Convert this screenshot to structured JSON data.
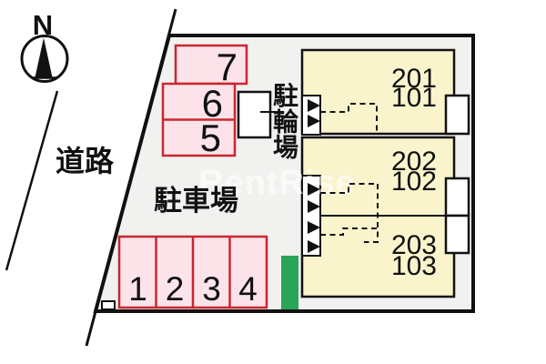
{
  "compass": {
    "label": "N"
  },
  "labels": {
    "road": "道路",
    "parking_lot": "駐車場",
    "bicycle_parking": "駐輪場",
    "bicycle_parking_chars": [
      "駐",
      "輪",
      "場"
    ],
    "watermark": "RentRise"
  },
  "parking_spaces": {
    "top_numbers": [
      "7",
      "6",
      "5"
    ],
    "bottom_numbers": [
      "1",
      "2",
      "3",
      "4"
    ]
  },
  "building": {
    "units": [
      {
        "upper": "201",
        "lower": "101"
      },
      {
        "upper": "202",
        "lower": "102"
      },
      {
        "upper": "203",
        "lower": "103"
      }
    ]
  },
  "colors": {
    "site_fill": "#f1f1ef",
    "parking_fill": "#fce3ea",
    "parking_border": "#c9272f",
    "building_fill": "#faf4cd",
    "accent_green": "#2aa557",
    "outline": "#111111"
  }
}
